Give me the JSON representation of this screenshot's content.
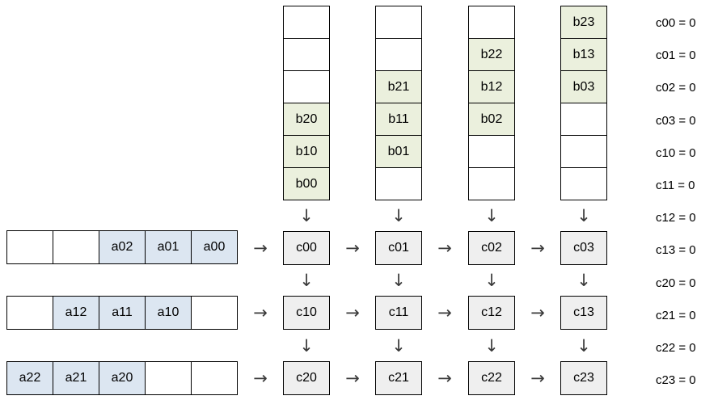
{
  "colors": {
    "b_cell_fill": "#ebf0dd",
    "a_cell_fill": "#dce6f1",
    "c_cell_fill": "#efefef",
    "cell_border": "#000000",
    "arrow": "#3a3a3a",
    "text": "#000000",
    "background": "#ffffff"
  },
  "icons": {
    "down_arrow": "↓",
    "right_arrow": "→"
  },
  "b_columns": [
    {
      "cells": [
        "",
        "",
        "",
        "b20",
        "b10",
        "b00"
      ]
    },
    {
      "cells": [
        "",
        "",
        "b21",
        "b11",
        "b01",
        ""
      ]
    },
    {
      "cells": [
        "",
        "b22",
        "b12",
        "b02",
        "",
        ""
      ]
    },
    {
      "cells": [
        "b23",
        "b13",
        "b03",
        "",
        "",
        ""
      ]
    }
  ],
  "a_rows": [
    {
      "cells": [
        "",
        "",
        "a02",
        "a01",
        "a00"
      ]
    },
    {
      "cells": [
        "",
        "a12",
        "a11",
        "a10",
        ""
      ]
    },
    {
      "cells": [
        "a22",
        "a21",
        "a20",
        "",
        ""
      ]
    }
  ],
  "c_grid": [
    [
      "c00",
      "c01",
      "c02",
      "c03"
    ],
    [
      "c10",
      "c11",
      "c12",
      "c13"
    ],
    [
      "c20",
      "c21",
      "c22",
      "c23"
    ]
  ],
  "result_labels": [
    "c00 = 0",
    "c01 = 0",
    "c02 = 0",
    "c03 = 0",
    "c10 = 0",
    "c11 = 0",
    "c12 = 0",
    "c13 = 0",
    "c20 = 0",
    "c21 = 0",
    "c22 = 0",
    "c23 = 0"
  ]
}
